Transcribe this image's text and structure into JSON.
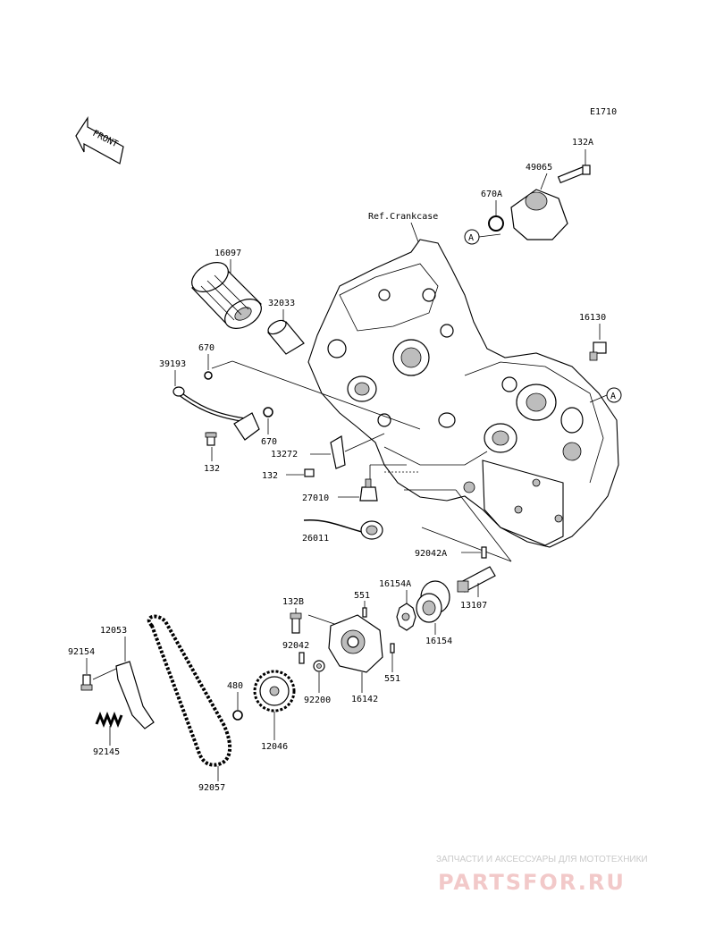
{
  "diagram": {
    "code": "E1710",
    "reference": "Ref.Crankcase",
    "front_label": "FRONT",
    "callout_marker": "A",
    "parts": [
      "132A",
      "49065",
      "670A",
      "16097",
      "32033",
      "670",
      "39193",
      "670",
      "132",
      "13272",
      "132",
      "27010",
      "26011",
      "16130",
      "92042A",
      "13107",
      "16154A",
      "551",
      "132B",
      "92042",
      "16154",
      "12053",
      "92154",
      "480",
      "92200",
      "16142",
      "551",
      "12046",
      "92145",
      "92057"
    ]
  },
  "watermark": {
    "tagline": "ЗАПЧАСТИ И АКСЕССУАРЫ ДЛЯ МОТОТЕХНИКИ",
    "logo": "PARTSFOR.RU"
  },
  "colors": {
    "line": "#000000",
    "watermark_logo": "#f2c9c9",
    "watermark_text": "#c9c9c9"
  }
}
